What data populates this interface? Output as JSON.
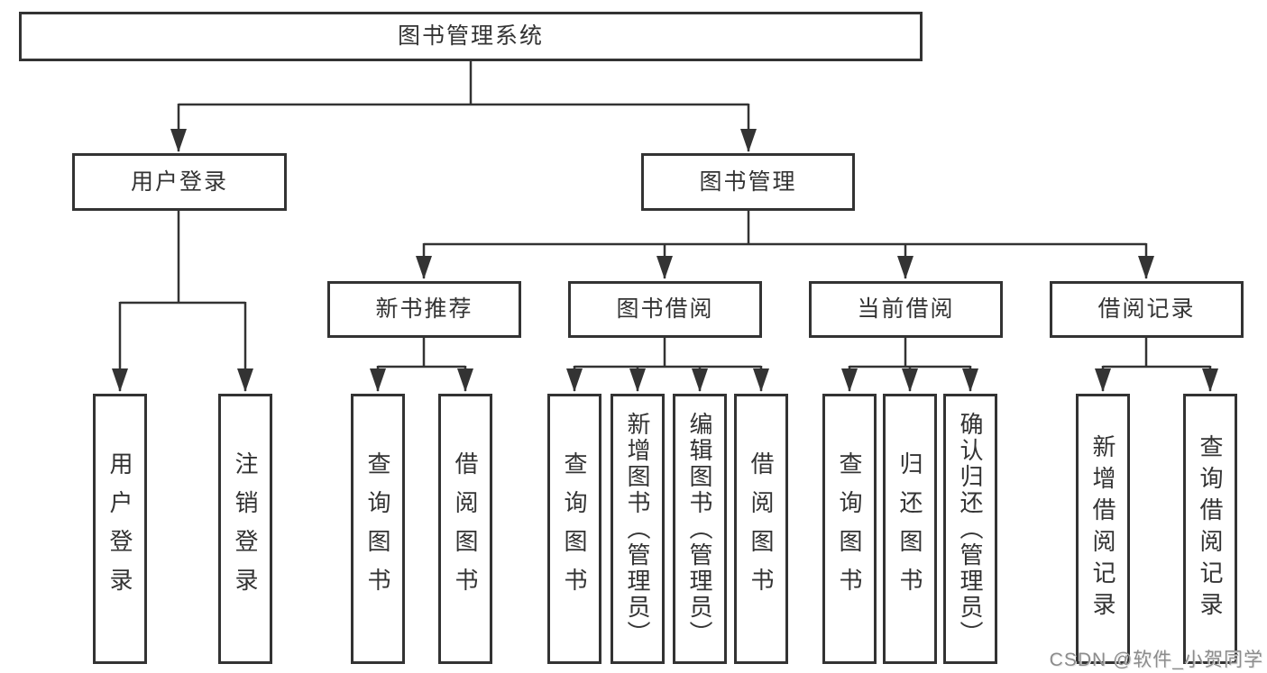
{
  "diagram_title": "图书管理系统",
  "tree": {
    "root": {
      "label": "图书管理系统"
    },
    "branches": [
      {
        "label": "用户登录",
        "children": [
          {
            "label": "用户登录"
          },
          {
            "label": "注销登录"
          }
        ]
      },
      {
        "label": "图书管理",
        "children": [
          {
            "label": "新书推荐",
            "children": [
              {
                "label": "查询图书"
              },
              {
                "label": "借阅图书"
              }
            ]
          },
          {
            "label": "图书借阅",
            "children": [
              {
                "label": "查询图书"
              },
              {
                "label": "新增图书（管理员）"
              },
              {
                "label": "编辑图书（管理员）"
              },
              {
                "label": "借阅图书"
              }
            ]
          },
          {
            "label": "当前借阅",
            "children": [
              {
                "label": "查询图书"
              },
              {
                "label": "归还图书"
              },
              {
                "label": "确认归还（管理员）"
              }
            ]
          },
          {
            "label": "借阅记录",
            "children": [
              {
                "label": "新增借阅记录"
              },
              {
                "label": "查询借阅记录"
              }
            ]
          }
        ]
      }
    ]
  },
  "watermark": {
    "text": "CSDN @软件_小贺同学"
  },
  "colors": {
    "line": "#333333",
    "box_border": "#333333",
    "text": "#333333",
    "background": "#ffffff",
    "watermark": "#8c8c8c"
  }
}
